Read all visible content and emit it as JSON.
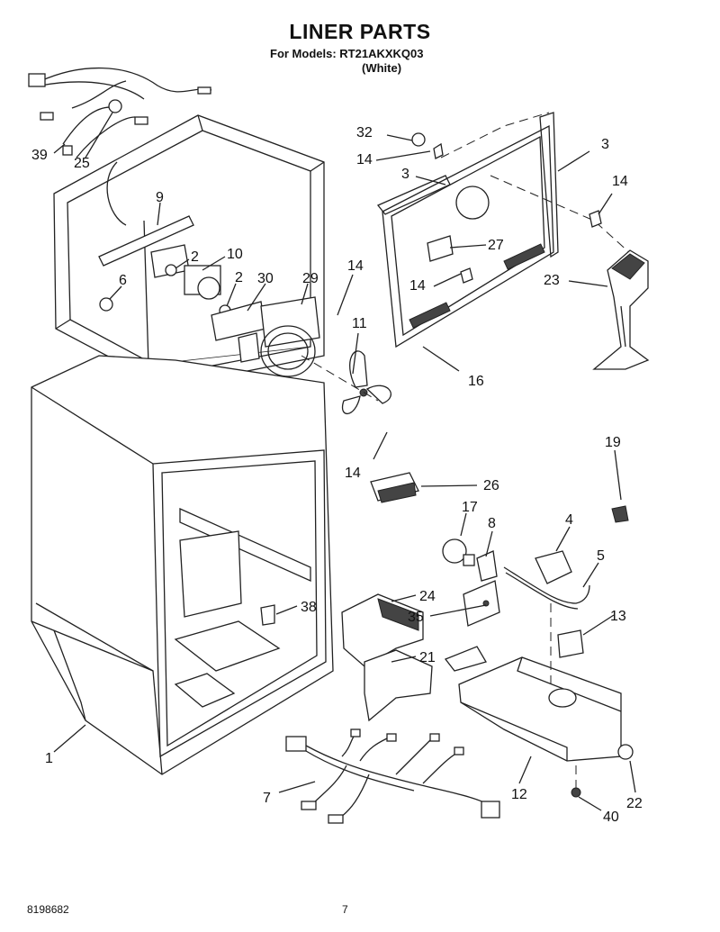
{
  "header": {
    "title": "LINER PARTS",
    "subtitle": "For Models: RT21AKXKQ03",
    "color_note": "(White)"
  },
  "footer": {
    "doc_number": "8198682",
    "page_number": "7"
  },
  "callouts": [
    {
      "id": "c32",
      "text": "32"
    },
    {
      "id": "c14a",
      "text": "14"
    },
    {
      "id": "c3a",
      "text": "3"
    },
    {
      "id": "c3b",
      "text": "3"
    },
    {
      "id": "c14b",
      "text": "14"
    },
    {
      "id": "c39",
      "text": "39"
    },
    {
      "id": "c25",
      "text": "25"
    },
    {
      "id": "c9",
      "text": "9"
    },
    {
      "id": "c2a",
      "text": "2"
    },
    {
      "id": "c10",
      "text": "10"
    },
    {
      "id": "c2b",
      "text": "2"
    },
    {
      "id": "c30",
      "text": "30"
    },
    {
      "id": "c29",
      "text": "29"
    },
    {
      "id": "c6",
      "text": "6"
    },
    {
      "id": "c14c",
      "text": "14"
    },
    {
      "id": "c27",
      "text": "27"
    },
    {
      "id": "c14d",
      "text": "14"
    },
    {
      "id": "c23",
      "text": "23"
    },
    {
      "id": "c11",
      "text": "11"
    },
    {
      "id": "c16",
      "text": "16"
    },
    {
      "id": "c14e",
      "text": "14"
    },
    {
      "id": "c19",
      "text": "19"
    },
    {
      "id": "c26",
      "text": "26"
    },
    {
      "id": "c17",
      "text": "17"
    },
    {
      "id": "c8",
      "text": "8"
    },
    {
      "id": "c4",
      "text": "4"
    },
    {
      "id": "c5",
      "text": "5"
    },
    {
      "id": "c38",
      "text": "38"
    },
    {
      "id": "c24",
      "text": "24"
    },
    {
      "id": "c35",
      "text": "35"
    },
    {
      "id": "c13",
      "text": "13"
    },
    {
      "id": "c21",
      "text": "21"
    },
    {
      "id": "c1",
      "text": "1"
    },
    {
      "id": "c12",
      "text": "12"
    },
    {
      "id": "c7",
      "text": "7"
    },
    {
      "id": "c22",
      "text": "22"
    },
    {
      "id": "c40",
      "text": "40"
    }
  ]
}
